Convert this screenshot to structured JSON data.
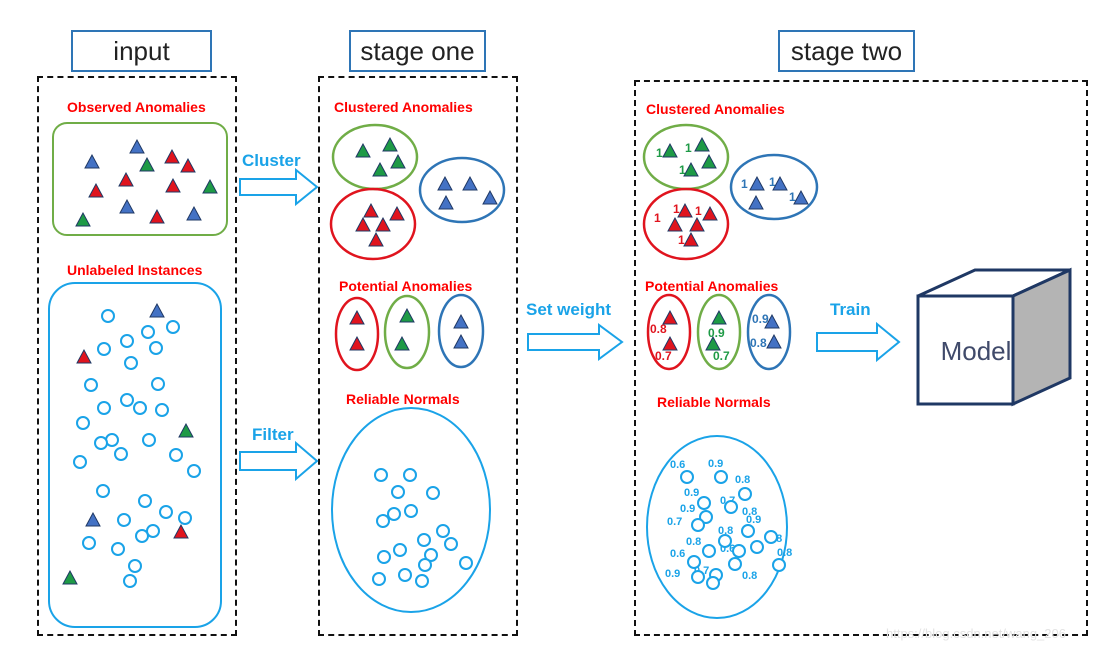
{
  "headers": {
    "input": "input",
    "stage_one": "stage one",
    "stage_two": "stage two"
  },
  "input_panel": {
    "observed_label": "Observed Anomalies",
    "unlabeled_label": "Unlabeled Instances"
  },
  "stage_one": {
    "clustered_label": "Clustered Anomalies",
    "potential_label": "Potential Anomalies",
    "normals_label": "Reliable Normals"
  },
  "stage_two": {
    "clustered_label": "Clustered Anomalies",
    "potential_label": "Potential Anomalies",
    "normals_label": "Reliable Normals",
    "model_label": "Model"
  },
  "arrows": {
    "cluster": "Cluster",
    "filter": "Filter",
    "set_weight": "Set weight",
    "train": "Train"
  },
  "weights": {
    "clustered_green": [
      "1",
      "1",
      "1"
    ],
    "clustered_blue": [
      "1",
      "1",
      "1"
    ],
    "clustered_red": [
      "1",
      "1",
      "1",
      "1"
    ],
    "potential_red": [
      "0.8",
      "0.7"
    ],
    "potential_green": [
      "0.9",
      "0.7"
    ],
    "potential_blue": [
      "0.9",
      "0.8"
    ],
    "normals": [
      "0.6",
      "0.9",
      "0.8",
      "0.9",
      "0.7",
      "0.9",
      "0.8",
      "0.7",
      "0.8",
      "0.9",
      "0.8",
      "0.6",
      "0.6",
      "0.8",
      "0.8",
      "0.9",
      "0.7",
      "0.8"
    ]
  },
  "watermark": "https://blog.csdn.net/wang_206",
  "colors": {
    "red": "#e0141e",
    "green": "#1e9a46",
    "blue": "#4472c4",
    "cyan": "#1aa3e8",
    "label_red": "#ff0000",
    "ellipse_green": "#70ad47",
    "ellipse_blue": "#2e75b6",
    "triangle_edge": "#1f3864"
  }
}
